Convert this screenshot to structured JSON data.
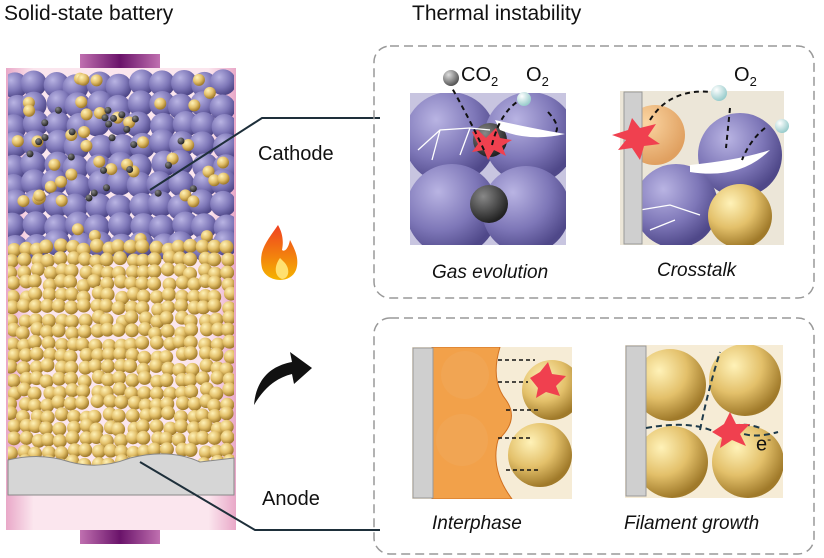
{
  "titles": {
    "left": "Solid-state battery",
    "right": "Thermal instability"
  },
  "labels": {
    "cathode": "Cathode",
    "anode": "Anode"
  },
  "panels": {
    "gas_evolution": {
      "caption": "Gas evolution",
      "gas1": "CO",
      "gas1_sub": "2",
      "gas2": "O",
      "gas2_sub": "2"
    },
    "crosstalk": {
      "caption": "Crosstalk",
      "gas": "O",
      "gas_sub": "2"
    },
    "interphase": {
      "caption": "Interphase"
    },
    "filament": {
      "caption": "Filament growth",
      "electron": "e",
      "electron_sup": "-"
    }
  },
  "colors": {
    "cathode": "#7e77b8",
    "anode": "#e3c06a",
    "tab": "#7a1f7a",
    "spark": "#f0404f",
    "interphase": "#f2a14a"
  }
}
